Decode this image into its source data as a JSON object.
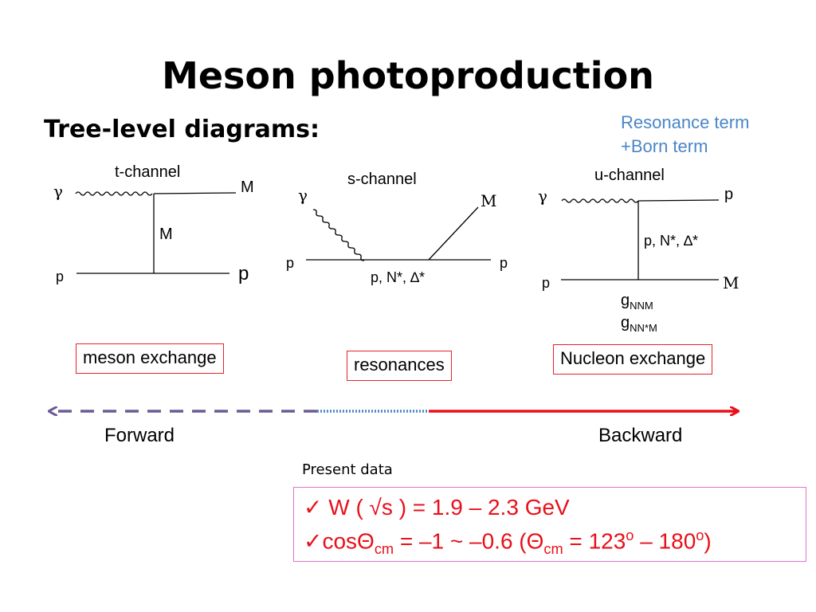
{
  "slide": {
    "title": "Meson photoproduction",
    "subtitle": "Tree-level diagrams:",
    "note_line1": "Resonance term",
    "note_line2": "+Born term",
    "colors": {
      "note": "#4a86c6",
      "box_border": "#e8202a",
      "data_text": "#e8101a",
      "data_border": "#e573c8",
      "forward_arrow": "#6b5b95",
      "middle_dotted": "#4a86c6",
      "backward_arrow": "#e8101a"
    }
  },
  "t_channel": {
    "label": "t-channel",
    "gamma": "γ",
    "p_in": "p",
    "M_out": "M",
    "M_exchange": "M",
    "p_out": "p",
    "box": "meson exchange"
  },
  "s_channel": {
    "label": "s-channel",
    "gamma": "γ",
    "p_in": "p",
    "p_out": "p",
    "M_out": "M",
    "intermediate": "p, N*, ∆*",
    "box": "resonances"
  },
  "u_channel": {
    "label": "u-channel",
    "gamma": "γ",
    "p_out": "p",
    "intermediate": "p,  N*, ∆*",
    "p_in": "p",
    "M_out": "M",
    "coupling1_base": "g",
    "coupling1_sub": "NNM",
    "coupling2_base": "g",
    "coupling2_sub": "NN*M",
    "box": "Nucleon exchange"
  },
  "direction": {
    "forward": "Forward",
    "backward": "Backward"
  },
  "present_data": {
    "caption": "Present data",
    "line1": "✓ W ( √s ) = 1.9 – 2.3 GeV",
    "line2_a": "✓cosΘ",
    "line2_sub1": "cm",
    "line2_b": " = –1 ~ –0.6 (Θ",
    "line2_sub2": "cm",
    "line2_c": " = 123",
    "line2_sup1": "o",
    "line2_d": " – 180",
    "line2_sup2": "o",
    "line2_e": ")"
  }
}
